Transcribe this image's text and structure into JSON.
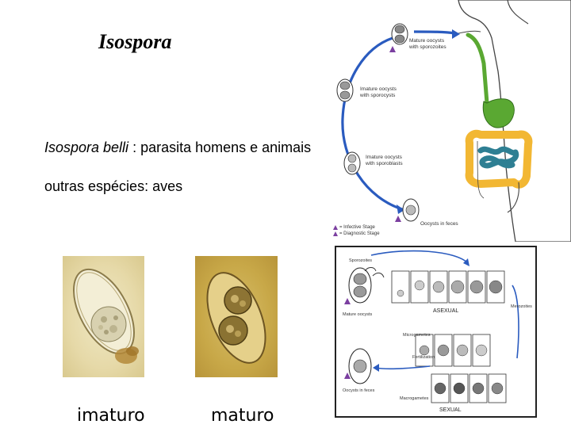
{
  "title": "Isospora",
  "description": {
    "species_name": "Isospora belli",
    "species_rest": " : parasita homens e animais",
    "other_species": "outras espécies: aves"
  },
  "photos": {
    "left_caption": "imaturo",
    "right_caption": "maturo"
  },
  "life_cycle": {
    "stage_mature": "Mature oocysts",
    "stage_mature_2": "with sporozoites",
    "stage_immature_sporocysts": "Imature oocysts",
    "stage_immature_sporocysts_2": "with sporocysts",
    "stage_immature_sporoblasts": "Imature oocysts",
    "stage_immature_sporoblasts_2": "with sporoblasts",
    "stage_feces": "Oocysts in feces",
    "legend_infective": "= Infective Stage",
    "legend_diagnostic": "= Diagnostic Stage"
  },
  "detail_panel": {
    "sporozoites": "Sporozoites",
    "mature_oocysts": "Mature oocysts",
    "asexual": "ASEXUAL",
    "merozoites": "Merozoites",
    "microgametes": "Microgametes",
    "fertilization": "Fertilization",
    "oocysts_in_feces": "Oocysts in feces",
    "macrogametes": "Macrogametes",
    "sexual": "SEXUAL"
  },
  "colors": {
    "cycle_arrow": "#2a5bbf",
    "stomach": "#5aa832",
    "small_intestine": "#2e7f93",
    "large_intestine": "#f2b733",
    "diagnostic_marker": "#7b3fa0",
    "photo_left_bg": "#e6d9a8",
    "photo_right_bg": "#c8a848"
  },
  "icons": [
    "warning-triangle-icon"
  ]
}
